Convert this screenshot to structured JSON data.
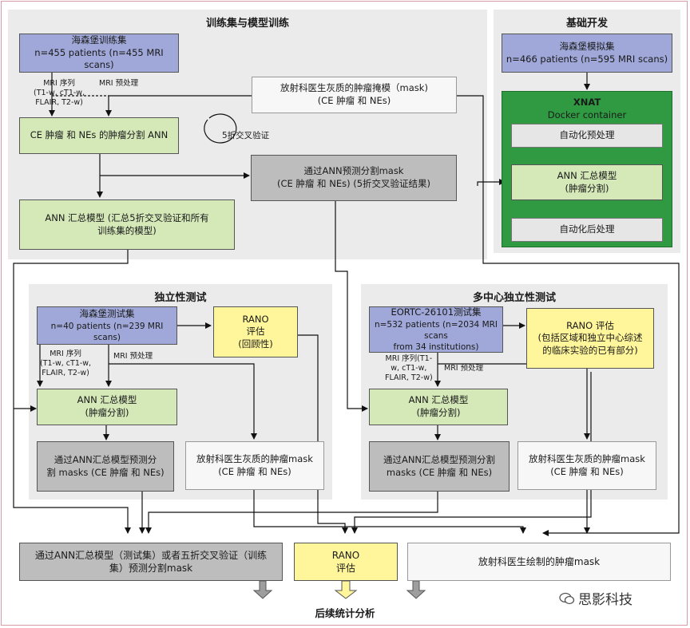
{
  "panels": {
    "training": "训练集与模型训练",
    "basic": "基础开发",
    "independent": "独立性测试",
    "multicenter": "多中心独立性测试"
  },
  "training": {
    "heidelberg_train": [
      "海森堡训练集",
      "n=455 patients (n=455 MRI scans)"
    ],
    "mri_seq": [
      "MRI 序列",
      "(T1-w, cT1-w,",
      "FLAIR, T2-w)"
    ],
    "mri_pre": "MRI 预处理",
    "mask": [
      "放射科医生灰质的肿瘤掩模（mask)",
      "(CE 肿瘤 和 NEs)"
    ],
    "ann_seg": "CE 肿瘤 和 NEs 的肿瘤分割 ANN",
    "cv": "5折交叉验证",
    "pred_mask": [
      "通过ANN预测分割mask",
      "(CE 肿瘤 和 NEs) (5折交叉验证结果)"
    ],
    "ann_summary": [
      "ANN 汇总模型 (汇总5折交叉验证和所有",
      "训练集的模型)"
    ]
  },
  "basic": {
    "sim_set": [
      "海森堡模拟集",
      "n=466 patients (n=595 MRI scans)"
    ],
    "xnat": "XNAT",
    "docker": "Docker container",
    "auto_pre": "自动化预处理",
    "ann_model": [
      "ANN 汇总模型",
      "(肿瘤分割)"
    ],
    "auto_post": "自动化后处理"
  },
  "independent": {
    "test_set": [
      "海森堡测试集",
      "n=40 patients (n=239 MRI scans)"
    ],
    "rano": [
      "RANO",
      "评估",
      "(回顾性)"
    ],
    "mri_seq": [
      "MRI 序列",
      "(T1-w, cT1-w,",
      "FLAIR, T2-w)"
    ],
    "mri_pre": "MRI 预处理",
    "ann_model": [
      "ANN 汇总模型",
      "(肿瘤分割)"
    ],
    "pred_mask": [
      "通过ANN汇总模型预测分",
      "割 masks (CE 肿瘤 和 NEs)"
    ],
    "rad_mask": [
      "放射科医生灰质的肿瘤mask",
      "(CE 肿瘤 和 NEs)"
    ]
  },
  "multicenter": {
    "eortc": [
      "EORTC-26101测试集",
      "n=532 patients (n=2034 MRI scans",
      "from 34 institutions)"
    ],
    "rano": [
      "RANO 评估",
      "(包括区域和独立中心综述",
      "的临床实验的已有部分)"
    ],
    "mri_seq": [
      "MRI 序列(T1-",
      "w, cT1-w,",
      "FLAIR, T2-w)"
    ],
    "mri_pre": "MRI 预处理",
    "ann_model": [
      "ANN 汇总模型",
      "(肿瘤分割)"
    ],
    "pred_mask": [
      "通过ANN汇总模型预测分割",
      "masks (CE 肿瘤 和 NEs)"
    ],
    "rad_mask": [
      "放射科医生灰质的肿瘤mask",
      "(CE 肿瘤 和 NEs)"
    ]
  },
  "bottom": {
    "pred": [
      "通过ANN汇总模型（测试集）或者五折交叉验证（训练",
      "集）预测分割mask"
    ],
    "rano": [
      "RANO",
      "评估"
    ],
    "rad": "放射科医生绘制的肿瘤mask",
    "final": "后续统计分析"
  },
  "watermark": "思影科技",
  "colors": {
    "blue": "#9fa8d8",
    "green": "#d4e8b8",
    "gray": "#bdbdbd",
    "yellow": "#fff59a",
    "docker": "#2f9a42",
    "panel": "#ebebeb"
  }
}
